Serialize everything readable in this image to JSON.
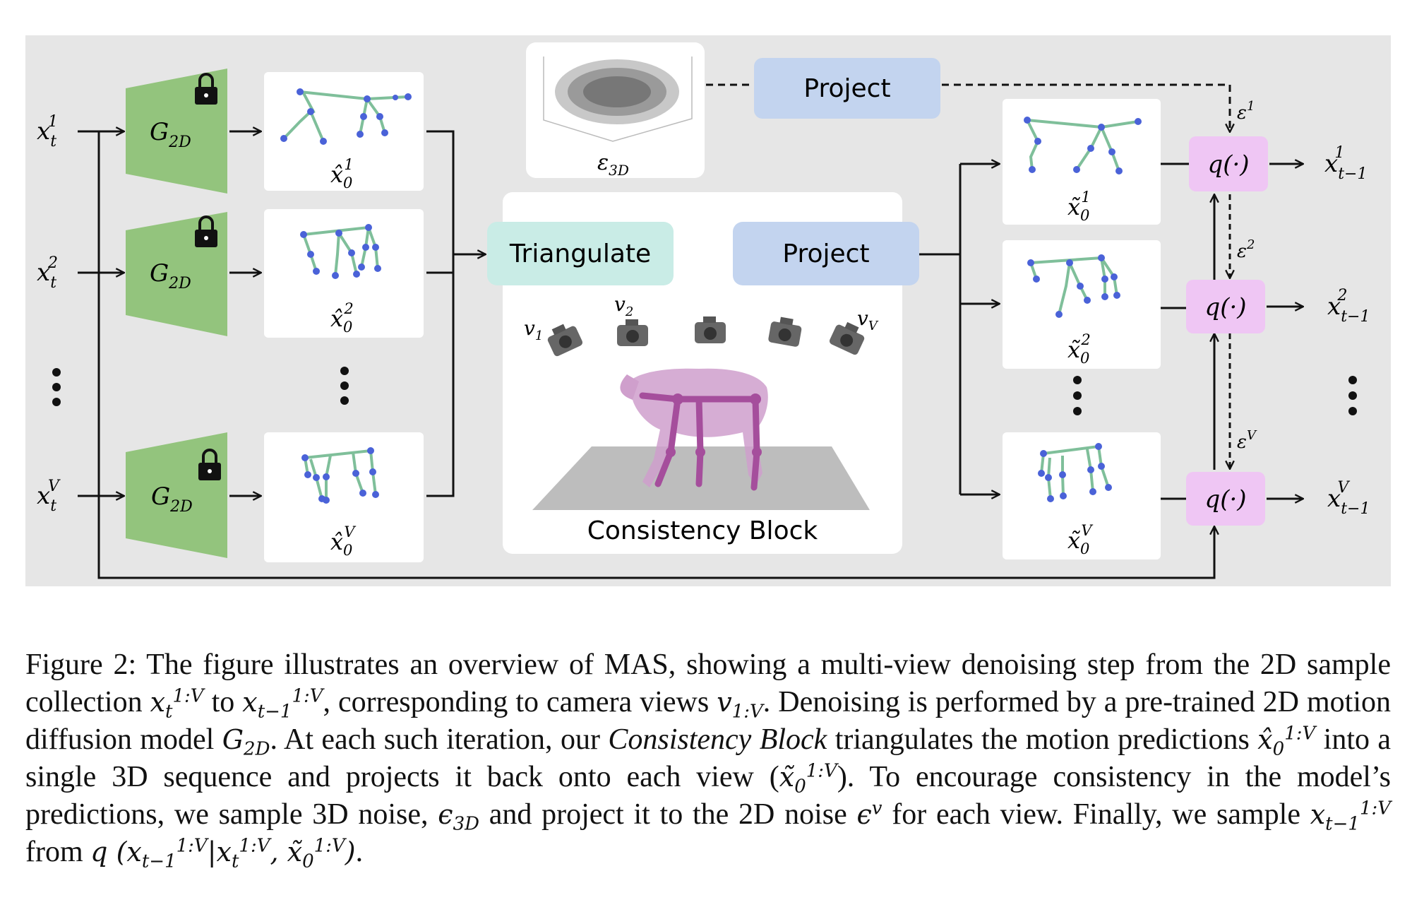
{
  "figure": {
    "inputs": [
      {
        "base": "x",
        "sub": "t",
        "sup": "1"
      },
      {
        "base": "x",
        "sub": "t",
        "sup": "2"
      },
      {
        "base": "x",
        "sub": "t",
        "sup": "V"
      }
    ],
    "generator": {
      "base": "G",
      "sub": "2D"
    },
    "predictions": [
      {
        "base": "x̂",
        "sub": "0",
        "sup": "1"
      },
      {
        "base": "x̂",
        "sub": "0",
        "sup": "2"
      },
      {
        "base": "x̂",
        "sub": "0",
        "sup": "V"
      }
    ],
    "noise_label": {
      "base": "ε",
      "sub": "3D"
    },
    "project_top_label": "Project",
    "triangulate_label": "Triangulate",
    "project_label": "Project",
    "consistency_label": "Consistency Block",
    "cameras": [
      {
        "base": "v",
        "sub": "1"
      },
      {
        "base": "v",
        "sub": "2"
      },
      {
        "base": "v",
        "sub": "V"
      }
    ],
    "projected": [
      {
        "base": "x̃",
        "sub": "0",
        "sup": "1"
      },
      {
        "base": "x̃",
        "sub": "0",
        "sup": "2"
      },
      {
        "base": "x̃",
        "sub": "0",
        "sup": "V"
      }
    ],
    "q_label": "q(·)",
    "epsilons": [
      {
        "base": "ε",
        "sup": "1"
      },
      {
        "base": "ε",
        "sup": "2"
      },
      {
        "base": "ε",
        "sup": "V"
      }
    ],
    "outputs": [
      {
        "base": "x",
        "sub": "t−1",
        "sup": "1"
      },
      {
        "base": "x",
        "sub": "t−1",
        "sup": "2"
      },
      {
        "base": "x",
        "sub": "t−1",
        "sup": "V"
      }
    ],
    "colors": {
      "panel_bg": "#e6e6e6",
      "generator": "#93c47d",
      "triangulate": "#c9ece6",
      "project": "#c3d4ef",
      "q_box": "#efc6f4",
      "skeleton_bone": "#7fbf9a",
      "skeleton_joint": "#4a62d8",
      "horse": "#cf9fcc"
    }
  },
  "caption": {
    "label": "Figure 2:",
    "s1": "The figure illustrates an overview of MAS, showing a multi-view denoising step from the 2D sample collection",
    "s2": "to",
    "s3": ", corresponding to camera views",
    "s4": ". Denoising is performed by a pre-trained 2D motion diffusion model",
    "s5": ". At each such iteration, our",
    "s6": "Consistency Block",
    "s7": "triangulates the motion predictions",
    "s8": "into a single 3D sequence and projects it back onto each view (",
    "s9": "). To encourage consistency in the model’s predictions, we sample 3D noise,",
    "s10": "and project it to the 2D noise",
    "s11": "for each view. Finally, we sample",
    "s12": "from",
    "s13": ".",
    "m_xt": "x",
    "m_xt_sub": "t",
    "m_sup_1V": "1:V",
    "m_xt1_sub": "t−1",
    "m_v": "v",
    "m_v_sub": "1:V",
    "m_G": "G",
    "m_G_sub": "2D",
    "m_xhat": "x̂",
    "m_x0_sub": "0",
    "m_xtilde": "x̃",
    "m_eps": "ϵ",
    "m_eps_sub": "3D",
    "m_eps_sup": "v",
    "m_q": "q",
    "m_open": "(",
    "m_bar": "|",
    "m_comma": ",",
    "m_close": ")"
  }
}
